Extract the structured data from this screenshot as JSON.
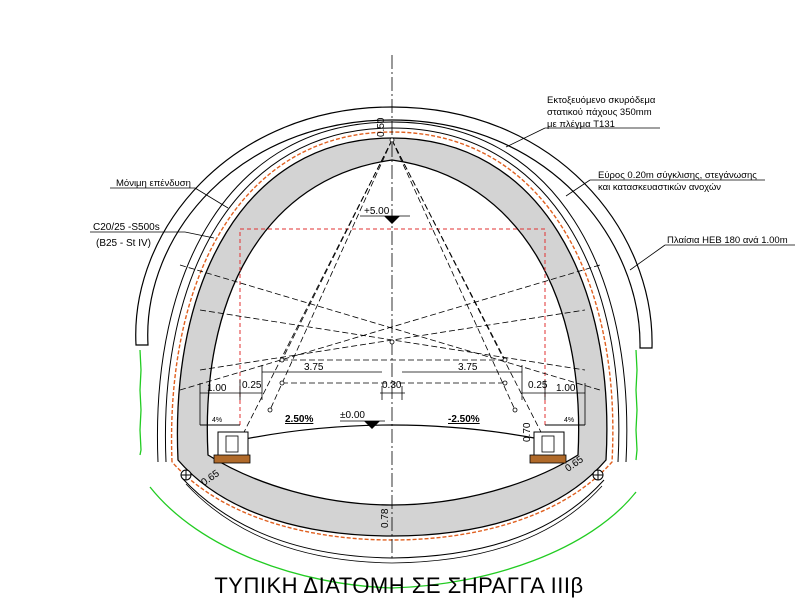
{
  "title": "ΤΥΠΙΚΗ ΔΙΑΤΟΜΗ ΣΕ ΣΗΡΑΓΓΑ ΙΙΙβ",
  "callouts": {
    "shotcrete_line1": "Εκτοξευόμενο σκυρόδεμα",
    "shotcrete_line2": "στατικού πάχους 350mm",
    "shotcrete_line3": "με πλέγμα T131",
    "gap_line1": "Εύρος 0.20m σύγκλισης, στεγάνωσης",
    "gap_line2": "και κατασκευαστικών ανοχών",
    "frames": "Πλαίσια HEB 180 ανά 1.00m",
    "lining": "Μόνιμη επένδυση",
    "concrete_line1": "C20/25 -S500s",
    "concrete_line2": "(B25 - St IV)"
  },
  "dimensions": {
    "crown_thickness": "0.50",
    "invert_thickness": "0.78",
    "level_top": "+5.00",
    "level_road": "±0.00",
    "lane_left": "3.75",
    "lane_right": "3.75",
    "center_strip": "0.30",
    "shoulder_left": "0.25",
    "shoulder_right": "0.25",
    "walkway_left": "1.00",
    "walkway_right": "1.00",
    "slope_left": "2.50%",
    "slope_right": "-2.50%",
    "walk_slope_left": "4%",
    "walk_slope_right": "4%",
    "kerb_height": "0.70",
    "corner_left": "0.65",
    "corner_right": "0.65"
  },
  "colors": {
    "concrete_fill": "#d3d3d3",
    "clearance": "#e03030",
    "membrane": "#e06020",
    "ground": "#22cc22",
    "drain_block": "#b06a2a"
  }
}
